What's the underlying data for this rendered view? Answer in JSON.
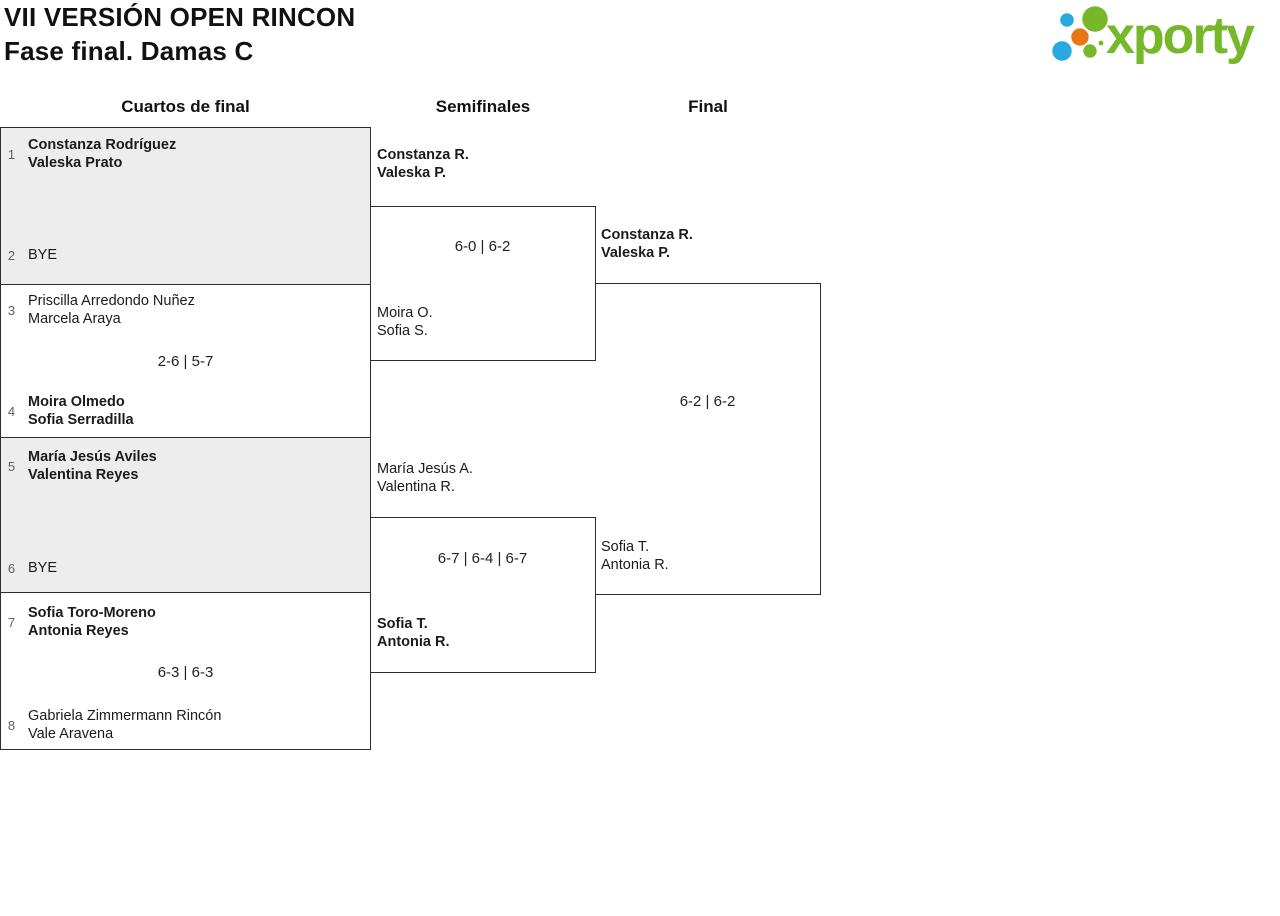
{
  "header": {
    "title_line1": "VII VERSIÓN OPEN RINCON",
    "title_line2": "Fase final. Damas C"
  },
  "logo": {
    "text": "xporty",
    "icon": "xporty-dots-icon",
    "colors": {
      "green": "#76b82a",
      "blue": "#29a9e1",
      "orange": "#e87613"
    }
  },
  "round_headers": [
    {
      "label": "Cuartos de final"
    },
    {
      "label": "Semifinales"
    },
    {
      "label": "Final"
    }
  ],
  "bracket": {
    "quarterfinals": [
      {
        "top": {
          "seed": "1",
          "name1": "Constanza Rodríguez",
          "name2": "Valeska Prato",
          "winner": true
        },
        "bottom": {
          "seed": "2",
          "name1": "BYE",
          "winner": false
        },
        "score": ""
      },
      {
        "top": {
          "seed": "3",
          "name1": "Priscilla Arredondo Nuñez",
          "name2": "Marcela Araya",
          "winner": false
        },
        "bottom": {
          "seed": "4",
          "name1": "Moira Olmedo",
          "name2": "Sofia Serradilla",
          "winner": true
        },
        "score": "2-6 | 5-7"
      },
      {
        "top": {
          "seed": "5",
          "name1": "María Jesús Aviles",
          "name2": "Valentina Reyes",
          "winner": true
        },
        "bottom": {
          "seed": "6",
          "name1": "BYE",
          "winner": false
        },
        "score": ""
      },
      {
        "top": {
          "seed": "7",
          "name1": "Sofia Toro-Moreno",
          "name2": "Antonia Reyes",
          "winner": true
        },
        "bottom": {
          "seed": "8",
          "name1": "Gabriela Zimmermann Rincón",
          "name2": "Vale Aravena",
          "winner": false
        },
        "score": "6-3 | 6-3"
      }
    ],
    "semifinals": [
      {
        "top": {
          "name1": "Constanza R.",
          "name2": "Valeska P.",
          "winner": true
        },
        "bottom": {
          "name1": "Moira O.",
          "name2": "Sofia S.",
          "winner": false
        },
        "score": "6-0 | 6-2"
      },
      {
        "top": {
          "name1": "María Jesús A.",
          "name2": "Valentina R.",
          "winner": false
        },
        "bottom": {
          "name1": "Sofia T.",
          "name2": "Antonia R.",
          "winner": true
        },
        "score": "6-7 | 6-4 | 6-7"
      }
    ],
    "final": {
      "top": {
        "name1": "Constanza R.",
        "name2": "Valeska P.",
        "winner": true
      },
      "bottom": {
        "name1": "Sofia T.",
        "name2": "Antonia R.",
        "winner": false
      },
      "score": "6-2 | 6-2"
    }
  },
  "colors": {
    "match_fill_alt": "#ededed",
    "border": "#2d2d2d",
    "text": "#1b1b1b",
    "seed": "#5f5f5f"
  }
}
